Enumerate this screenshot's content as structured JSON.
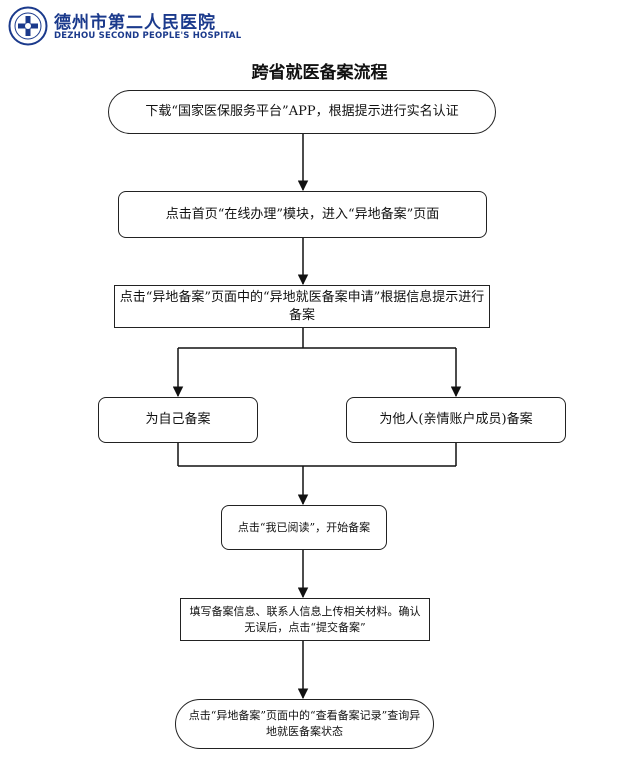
{
  "header": {
    "hospital_name_cn": "德州市第二人民医院",
    "hospital_name_en": "DEZHOU SECOND PEOPLE'S HOSPITAL",
    "brand_color": "#1b3a8c"
  },
  "title": "跨省就医备案流程",
  "steps": {
    "step1": "下载“国家医保服务平台”APP，根据提示进行实名认证",
    "step2": "点击首页“在线办理”模块，进入“异地备案”页面",
    "step3": "点击“异地备案”页面中的“异地就医备案申请”根据信息提示进行备案",
    "branch_self": "为自己备案",
    "branch_other": "为他人(亲情账户成员)备案",
    "step4": "点击“我已阅读”，开始备案",
    "step5": "填写备案信息、联系人信息上传相关材料。确认无误后，点击“提交备案”",
    "step6": "点击“异地备案”页面中的“查看备案记录”查询异地就医备案状态"
  }
}
